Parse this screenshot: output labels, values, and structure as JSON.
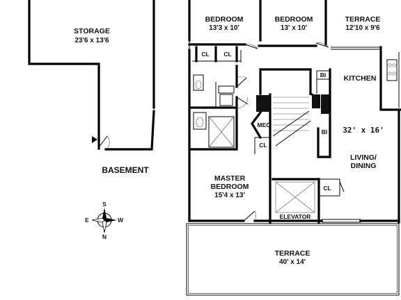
{
  "plan": {
    "basement": {
      "label": "BASEMENT",
      "storage": {
        "name": "STORAGE",
        "dims": "23'6 x 13'6"
      }
    },
    "rooms": {
      "bedroom_left": {
        "name": "BEDROOM",
        "dims": "13'3 x 10'"
      },
      "bedroom_right": {
        "name": "BEDROOM",
        "dims": "13' x 10'"
      },
      "terrace_top": {
        "name": "TERRACE",
        "dims": "12'10 x 9'6"
      },
      "kitchen": {
        "name": "KITCHEN"
      },
      "living": {
        "name": "LIVING/",
        "name2": "DINING",
        "dims": "32' x 16'"
      },
      "master": {
        "name": "MASTER",
        "name2": "BEDROOM",
        "dims": "15'4 x 13'"
      },
      "terrace_bottom": {
        "name": "TERRACE",
        "dims": "40' x 14'"
      }
    },
    "labels": {
      "cl": "CL",
      "mec": "MEC",
      "bi": "BI",
      "elevator": "ELEVATOR"
    },
    "compass": {
      "north": "N",
      "south": "S",
      "east": "E",
      "west": "W"
    }
  }
}
